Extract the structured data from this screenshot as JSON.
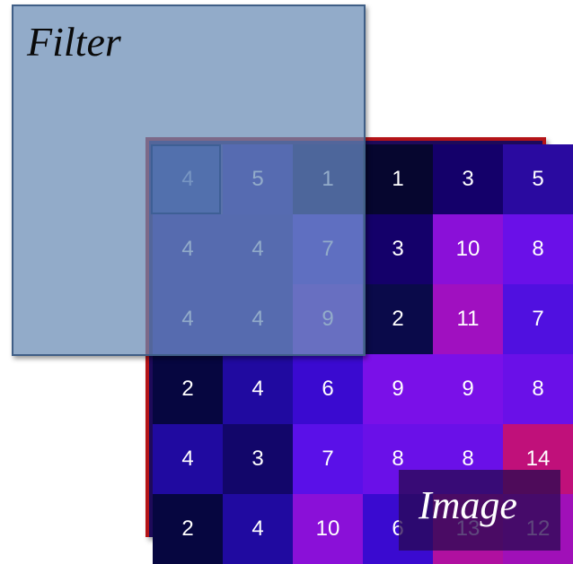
{
  "filter": {
    "label": "Filter"
  },
  "image": {
    "label": "Image",
    "grid": [
      [
        {
          "v": "4",
          "c": "#35358f"
        },
        {
          "v": "5",
          "c": "#2a1aa8"
        },
        {
          "v": "1",
          "c": "#0a0a5a"
        },
        {
          "v": "1",
          "c": "#06062f"
        },
        {
          "v": "3",
          "c": "#14006a"
        },
        {
          "v": "5",
          "c": "#2a0aa0"
        }
      ],
      [
        {
          "v": "4",
          "c": "#2a1aa0"
        },
        {
          "v": "4",
          "c": "#2a1aa0"
        },
        {
          "v": "7",
          "c": "#4a2ae0"
        },
        {
          "v": "3",
          "c": "#14006a"
        },
        {
          "v": "10",
          "c": "#8a10d8"
        },
        {
          "v": "8",
          "c": "#6a10e8"
        }
      ],
      [
        {
          "v": "4",
          "c": "#2a1aa0"
        },
        {
          "v": "4",
          "c": "#2a1aa0"
        },
        {
          "v": "9",
          "c": "#6a28e0"
        },
        {
          "v": "2",
          "c": "#0a0a4a"
        },
        {
          "v": "11",
          "c": "#a010c0"
        },
        {
          "v": "7",
          "c": "#5010e0"
        }
      ],
      [
        {
          "v": "2",
          "c": "#060640"
        },
        {
          "v": "4",
          "c": "#200aa0"
        },
        {
          "v": "6",
          "c": "#3a0ad0"
        },
        {
          "v": "9",
          "c": "#7a10e8"
        },
        {
          "v": "9",
          "c": "#7a10e8"
        },
        {
          "v": "8",
          "c": "#6a10e8"
        }
      ],
      [
        {
          "v": "4",
          "c": "#200aa0"
        },
        {
          "v": "3",
          "c": "#12066a"
        },
        {
          "v": "7",
          "c": "#5a10e8"
        },
        {
          "v": "8",
          "c": "#6a10e8"
        },
        {
          "v": "8",
          "c": "#6a10e8"
        },
        {
          "v": "14",
          "c": "#c0107a"
        }
      ],
      [
        {
          "v": "2",
          "c": "#060640"
        },
        {
          "v": "4",
          "c": "#200aa0"
        },
        {
          "v": "10",
          "c": "#8a10d8"
        },
        {
          "v": "6",
          "c": "#3a0ad0"
        },
        {
          "v": "13",
          "c": "#b010a0"
        },
        {
          "v": "12",
          "c": "#a010b8"
        }
      ]
    ]
  },
  "colors": {
    "image_border": "#b41418",
    "filter_fill": "#688ab4",
    "filter_border": "#3f5e86"
  }
}
